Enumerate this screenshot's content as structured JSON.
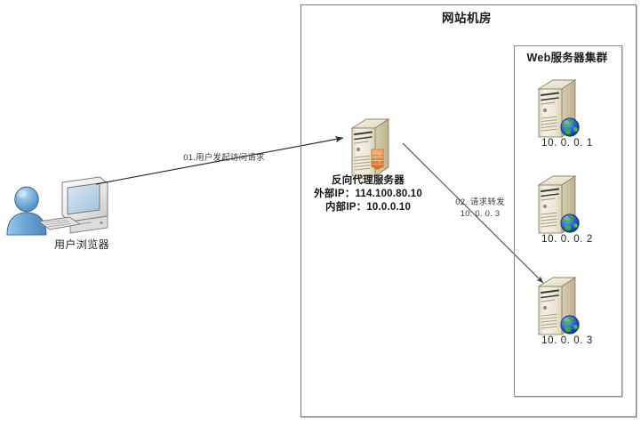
{
  "diagram": {
    "title": "网站机房",
    "cluster_title": "Web服务器集群",
    "browser": {
      "label": "用户浏览器",
      "icon_user": "user-person-icon",
      "icon_computer": "desktop-computer-icon"
    },
    "proxy": {
      "name": "反向代理服务器",
      "external_ip": "外部IP：114.100.80.10",
      "internal_ip": "内部IP：10.0.0.10",
      "icon": "server-tower-icon",
      "badge_icon": "firewall-brick-icon"
    },
    "web_servers": [
      {
        "ip": "10. 0. 0. 1",
        "icon": "server-tower-icon",
        "badge_icon": "globe-icon"
      },
      {
        "ip": "10. 0. 0. 2",
        "icon": "server-tower-icon",
        "badge_icon": "globe-icon"
      },
      {
        "ip": "10. 0. 0. 3",
        "icon": "server-tower-icon",
        "badge_icon": "globe-icon"
      }
    ],
    "flows": [
      {
        "label": "01.用户发起访问请求",
        "detail": ""
      },
      {
        "label": "02. 请求转发",
        "detail": "10. 0. 0. 3"
      }
    ],
    "colors": {
      "server_face": "#e9e3cf",
      "server_side": "#cfc6a7",
      "server_top": "#f2eee0",
      "globe_ocean": "#2a63d0",
      "globe_land": "#3fa93f",
      "firewall": "#f08a3c",
      "person": "#6fa8d8",
      "box_border": "#7b7b7b",
      "arrow": "#333333"
    }
  }
}
